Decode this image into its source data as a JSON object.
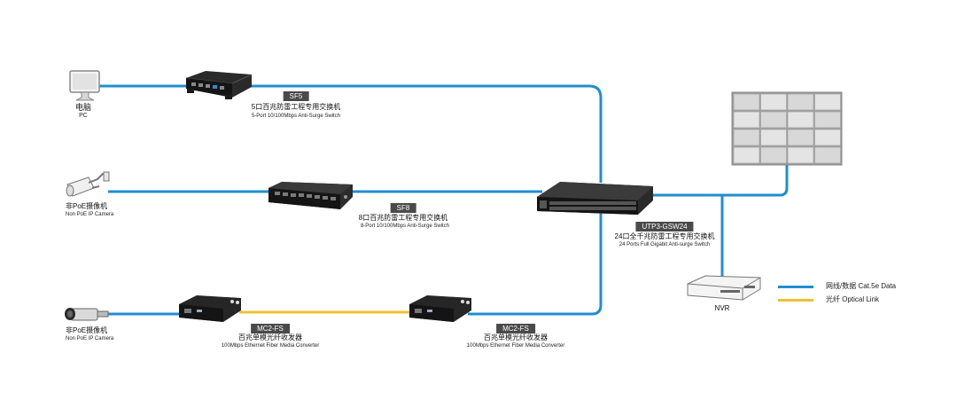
{
  "colors": {
    "ethernet": "#1f8fd0",
    "optical": "#f0c030",
    "device_dark": "#1e1e1e",
    "tag_bg": "#4a4a4a"
  },
  "devices": {
    "pc": {
      "label_cn": "电脑",
      "label_en": "PC",
      "icon": "monitor-icon"
    },
    "camera_top": {
      "label_cn": "非PoE摄像机",
      "label_en": "Non PoE IP Camera",
      "icon": "bullet-camera-icon"
    },
    "camera_bottom": {
      "label_cn": "非PoE摄像机",
      "label_en": "Non PoE IP Camera",
      "icon": "box-camera-icon"
    },
    "sf5": {
      "model": "SF5",
      "label_cn": "5口百兆防雷工程专用交换机",
      "label_en": "5-Port 10/100Mbps Anti-Surge Switch",
      "icon": "switch-5port-icon"
    },
    "sf8": {
      "model": "SF8",
      "label_cn": "8口百兆防雷工程专用交换机",
      "label_en": "8-Port 10/100Mbps Anti-Surge Switch",
      "icon": "switch-8port-icon"
    },
    "main_switch": {
      "model": "UTP3-GSW24",
      "label_cn": "24口全千兆防雷工程专用交换机",
      "label_en": "24 Ports Full Gigabit Anti-surge Switch",
      "icon": "switch-24port-icon"
    },
    "mc_left": {
      "model": "MC2-FS",
      "label_cn": "百兆单模光纤收发器",
      "label_en": "100Mbps Ethernet Fiber Media Converter",
      "icon": "media-converter-icon"
    },
    "mc_right": {
      "model": "MC2-FS",
      "label_cn": "百兆单模光纤收发器",
      "label_en": "100Mbps Ethernet Fiber Media Converter",
      "icon": "media-converter-icon"
    },
    "nvr": {
      "label": "NVR",
      "icon": "nvr-icon"
    },
    "video_wall": {
      "icon": "video-wall-icon"
    }
  },
  "legend": {
    "ethernet": "网线/数据 Cat.5e Data",
    "optical": "光纤 Optical Link"
  }
}
